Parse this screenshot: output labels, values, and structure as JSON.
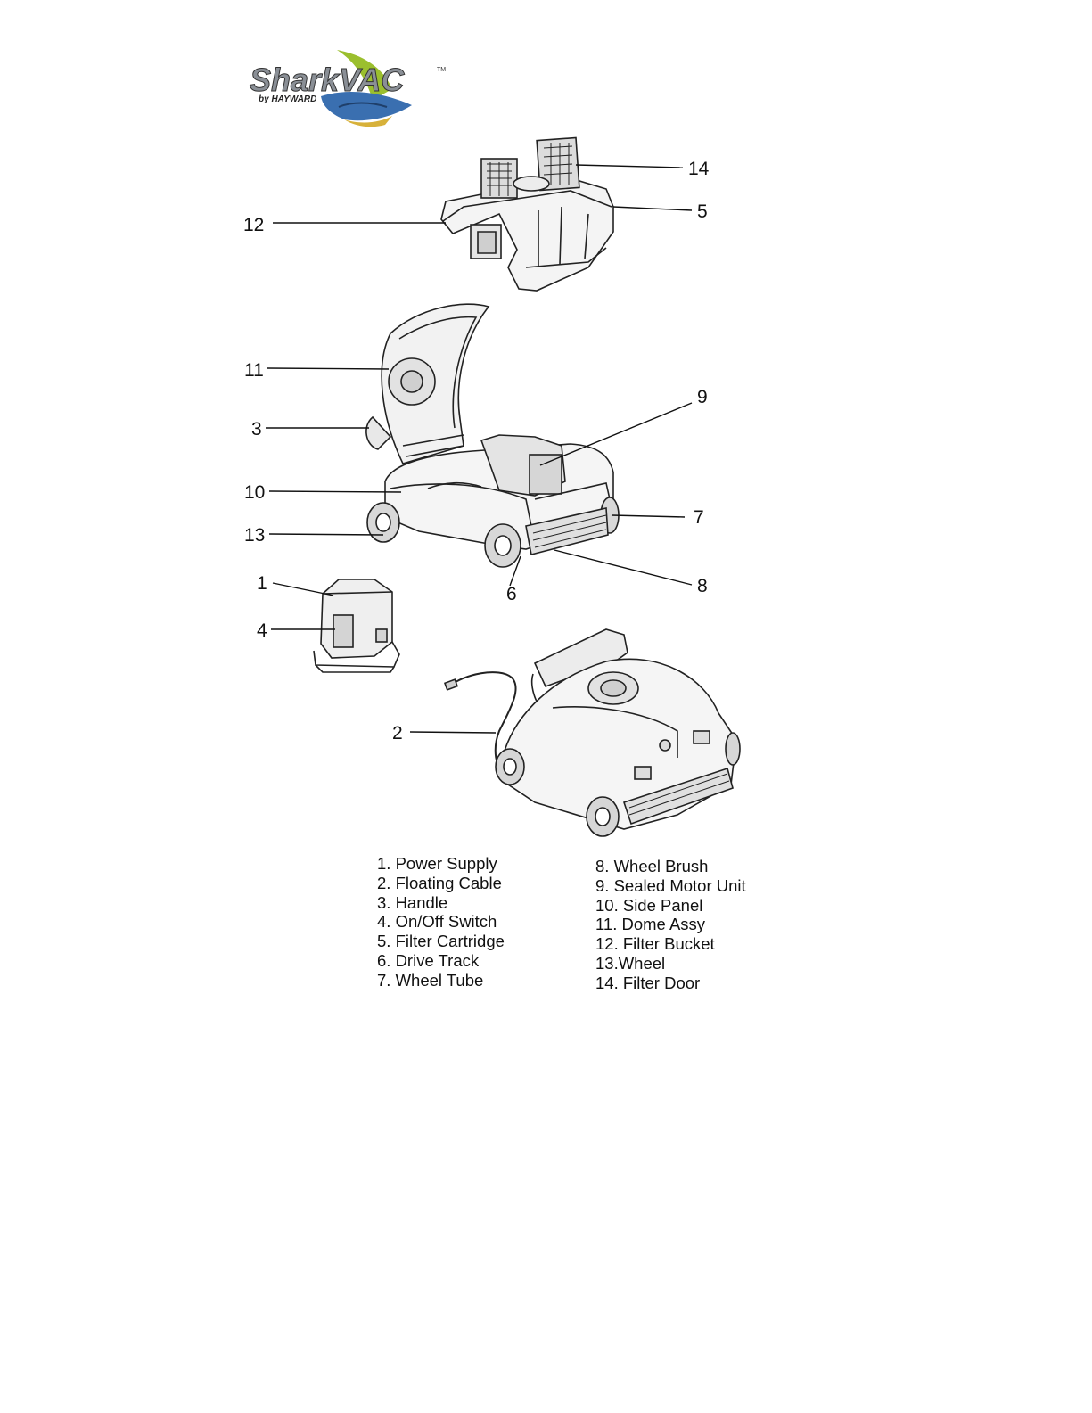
{
  "logo": {
    "brand": "SharkVAC",
    "byline": "by HAYWARD",
    "trademark": "TM"
  },
  "callouts": [
    "14",
    "5",
    "12",
    "11",
    "9",
    "3",
    "10",
    "7",
    "13",
    "8",
    "6",
    "1",
    "4",
    "2"
  ],
  "legend": {
    "left": [
      "1. Power Supply",
      "2. Floating Cable",
      "3. Handle",
      "4. On/Off Switch",
      "5. Filter Cartridge",
      "6. Drive Track",
      "7. Wheel Tube"
    ],
    "right": [
      "8. Wheel Brush",
      "9. Sealed Motor Unit",
      "10. Side Panel",
      "11. Dome Assy",
      "12. Filter Bucket",
      "13.Wheel",
      "14. Filter Door"
    ]
  },
  "colors": {
    "ink": "#111111",
    "logo_gray": "#8a8f96",
    "logo_green": "#9bbf2e",
    "logo_blue": "#3a6fb0",
    "logo_gold": "#d7b13a"
  }
}
